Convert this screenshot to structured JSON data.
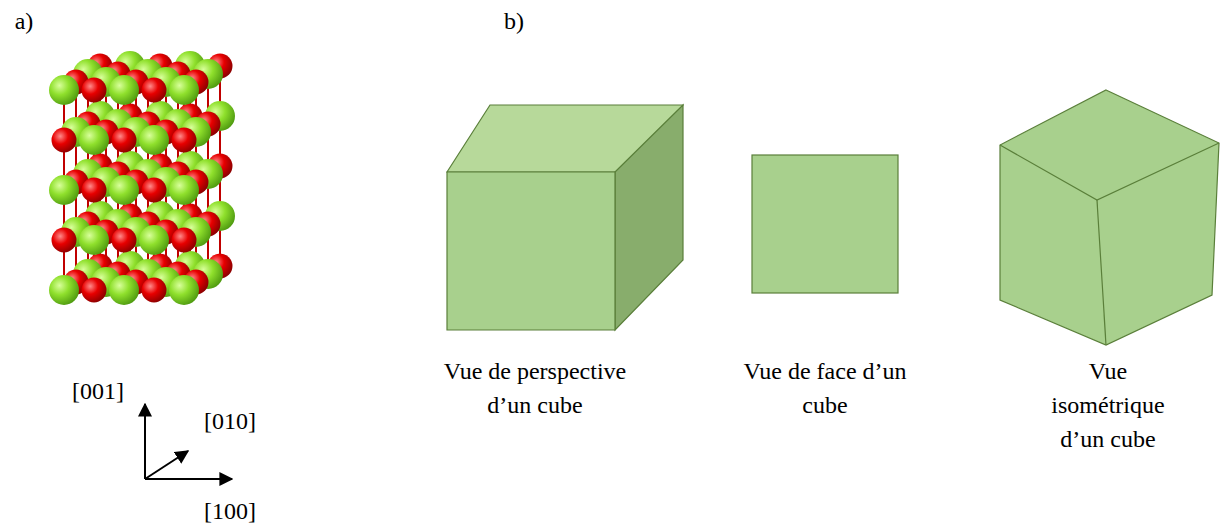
{
  "diagram": {
    "labels": [
      "a)",
      "b)",
      "[001]",
      "[010]",
      "[100]",
      "Vue de perspective d’un cube",
      "Vue de face d’un cube",
      "Vue isométrique d’un cube"
    ]
  }
}
